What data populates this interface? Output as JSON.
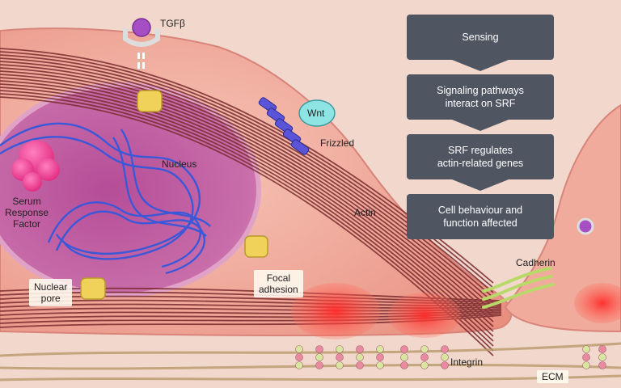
{
  "labels": {
    "tgfb": "TGFβ",
    "wnt": "Wnt",
    "frizzled": "Frizzled",
    "nucleus": "Nucleus",
    "srf": "Serum\nResponse\nFactor",
    "actin": "Actin",
    "nuclear_pore": "Nuclear\npore",
    "focal_adhesion": "Focal\nadhesion",
    "cadherin": "Cadherin",
    "integrin": "Integrin",
    "ecm": "ECM"
  },
  "flow": {
    "steps": [
      "Sensing",
      "Signaling pathways\ninteract on SRF",
      "SRF regulates\nactin-related genes",
      "Cell behaviour and\nfunction affected"
    ]
  },
  "colors": {
    "cytoplasm": "#f3b9aa",
    "nucleus": "#c86aa8",
    "dna": "#3b58d8",
    "srf": "#ec3d8f",
    "actin": "#7a2a2e",
    "pore": "#f0d25a",
    "flow_box": "#4f5661",
    "focal_glow": "#ff3a3a"
  }
}
